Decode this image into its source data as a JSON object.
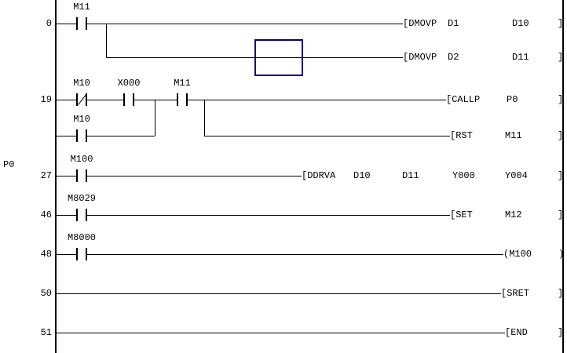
{
  "pointer_label": "P0",
  "r0": {
    "step": "0",
    "c1": "M11",
    "i1": {
      "op": "[DMOVP",
      "a1": "D1",
      "a2": "D10",
      "close": "]"
    },
    "i2": {
      "op": "[DMOVP",
      "a1": "D2",
      "a2": "D11",
      "close": "]"
    }
  },
  "r19": {
    "step": "19",
    "c1": "M10",
    "c2": "X000",
    "c3": "M11",
    "c4": "M10",
    "i1": {
      "op": "[CALLP",
      "a1": "P0",
      "close": "]"
    },
    "i2": {
      "op": "[RST",
      "a1": "M11",
      "close": "]"
    }
  },
  "r27": {
    "step": "27",
    "c1": "M100",
    "i1": {
      "op": "[DDRVA",
      "a1": "D10",
      "a2": "D11",
      "a3": "Y000",
      "a4": "Y004",
      "close": "]"
    }
  },
  "r46": {
    "step": "46",
    "c1": "M8029",
    "i1": {
      "op": "[SET",
      "a1": "M12",
      "close": "]"
    }
  },
  "r48": {
    "step": "48",
    "c1": "M8000",
    "coil": {
      "open": "(M100",
      "close": ")"
    }
  },
  "r50": {
    "step": "50",
    "i1": {
      "op": "[SRET",
      "close": "]"
    }
  },
  "r51": {
    "step": "51",
    "i1": {
      "op": "[END",
      "close": "]"
    }
  },
  "colors": {
    "cursor": "#000080",
    "wire": "#000000"
  }
}
